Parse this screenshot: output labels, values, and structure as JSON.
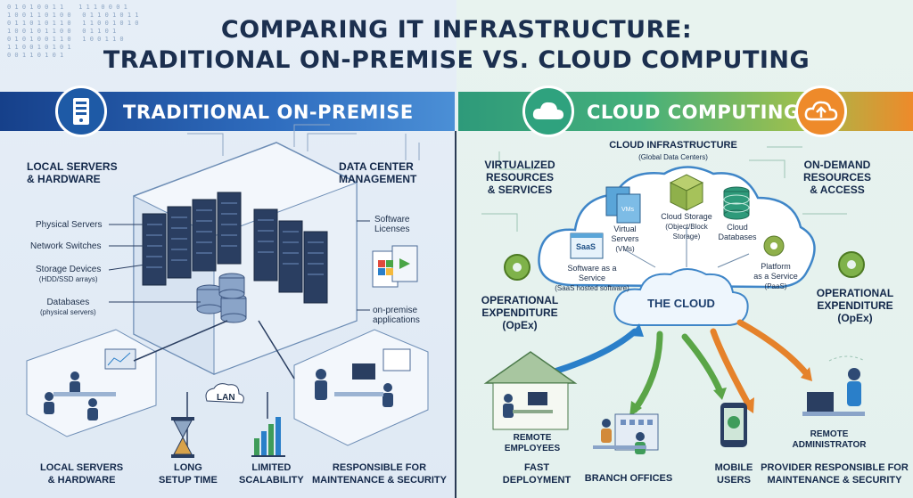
{
  "title": {
    "line1": "COMPARING IT INFRASTRUCTURE:",
    "line2": "TRADITIONAL ON-PREMISE VS. CLOUD COMPUTING"
  },
  "left": {
    "banner": "TRADITIONAL ON-PREMISE",
    "local_servers_top": [
      "LOCAL SERVERS",
      "& HARDWARE"
    ],
    "data_center": [
      "DATA CENTER",
      "MANAGEMENT"
    ],
    "physical_servers": "Physical Servers",
    "network_switches": "Network Switches",
    "storage_devices": "Storage Devices",
    "storage_devices_sub": "(HDD/SSD arrays)",
    "databases": "Databases",
    "databases_sub": "(physical servers)",
    "software_licenses": [
      "Software",
      "Licenses"
    ],
    "onpremise_apps": [
      "on-premise",
      "applications"
    ],
    "lan": "LAN",
    "local_servers_bottom": [
      "LOCAL SERVERS",
      "& HARDWARE"
    ],
    "long_setup": [
      "LONG",
      "SETUP TIME"
    ],
    "limited_scalability": [
      "LIMITED",
      "SCALABILITY"
    ],
    "responsible": [
      "RESPONSIBLE FOR",
      "MAINTENANCE & SECURITY"
    ]
  },
  "right": {
    "banner": "CLOUD COMPUTING",
    "cloud_infra": "CLOUD INFRASTRUCTURE",
    "cloud_infra_sub": "(Global Data Centers)",
    "virtualized": [
      "VIRTUALIZED",
      "RESOURCES",
      "& SERVICES"
    ],
    "on_demand": [
      "ON-DEMAND",
      "RESOURCES",
      "& ACCESS"
    ],
    "vms_icon": "VMs",
    "virtual_servers": [
      "Virtual",
      "Servers",
      "(VMs)"
    ],
    "cloud_storage": "Cloud Storage",
    "cloud_storage_sub": [
      "(Object/Block",
      "Storage)"
    ],
    "cloud_databases": [
      "Cloud",
      "Databases"
    ],
    "saas_icon": "SaaS",
    "saas": [
      "Software as a",
      "Service"
    ],
    "saas_sub": "(SaaS hosted software)",
    "paas": [
      "Platform",
      "as a Service",
      "(PaaS)"
    ],
    "the_cloud": "THE CLOUD",
    "opex_left": [
      "OPERATIONAL",
      "EXPENDITURE",
      "(OpEx)"
    ],
    "opex_right": [
      "OPERATIONAL",
      "EXPENDITURE",
      "(OpEx)"
    ],
    "remote_employees": [
      "REMOTE",
      "EMPLOYEES"
    ],
    "fast_deployment": [
      "FAST",
      "DEPLOYMENT"
    ],
    "branch_offices": "BRANCH OFFICES",
    "mobile_users": [
      "MOBILE",
      "USERS"
    ],
    "remote_admin": [
      "REMOTE",
      "ADMINISTRATOR"
    ],
    "provider_responsible": [
      "PROVIDER RESPONSIBLE FOR",
      "MAINTENANCE & SECURITY"
    ]
  },
  "colors": {
    "navy": "#16408a",
    "teal": "#2e9a7a",
    "green": "#6bb24a",
    "orange": "#ee8a2a",
    "arrow_blue": "#2a7fc9",
    "arrow_green": "#5aa547",
    "arrow_orange": "#e5822b"
  },
  "icons": [
    "server-icon",
    "cloud-icon",
    "cloud-upload-icon",
    "gear-icon",
    "hourglass-icon",
    "bar-chart-icon",
    "smartphone-icon",
    "database-icon"
  ]
}
